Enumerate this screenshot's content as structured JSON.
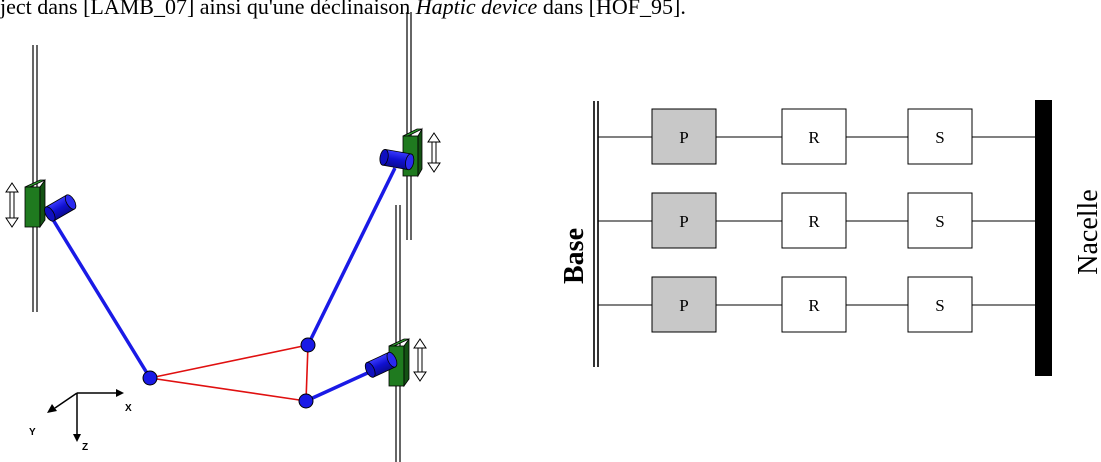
{
  "caption": {
    "prefix": "ject dans [LAMB_07] ainsi qu'une déclinaison ",
    "italic": "Haptic device",
    "suffix": " dans [HOF_95]."
  },
  "axes": {
    "x": "X",
    "y": "Y",
    "z": "Z"
  },
  "joint_labels": {
    "prismatic": "P",
    "revolute": "R",
    "spherical": "S"
  },
  "base_label": "Base",
  "nacelle_label": "Nacelle",
  "chains": [
    "chain-1",
    "chain-2",
    "chain-3"
  ],
  "colors": {
    "leg": "#1a1ae6",
    "platform": "#e01010",
    "slider": "#1f7a1f",
    "prismatic_fill": "#c8c8c8"
  }
}
